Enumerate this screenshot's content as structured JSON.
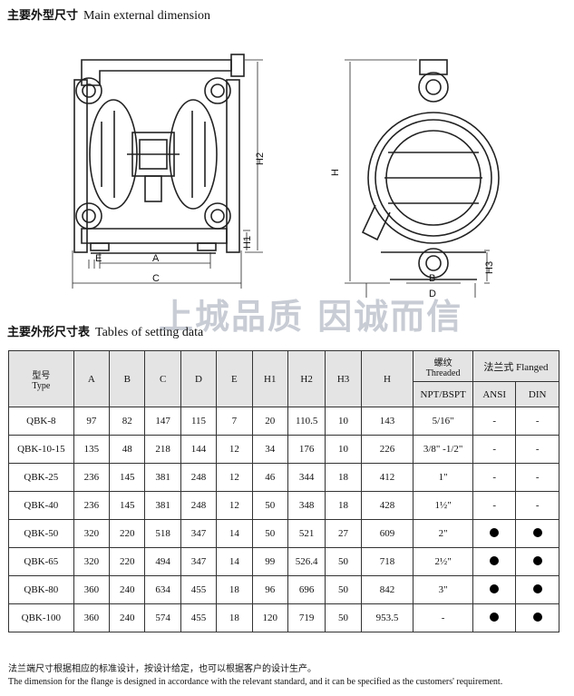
{
  "section1": {
    "title_cn": "主要外型尺寸",
    "title_en": "Main external dimension"
  },
  "front_view_labels": {
    "e": "E",
    "a": "A",
    "c": "C",
    "h1": "H1",
    "h2": "H2"
  },
  "side_view_labels": {
    "h": "H",
    "h3": "H3",
    "b": "B",
    "d": "D"
  },
  "watermark": "上城品质 因诚而信",
  "section2": {
    "title_cn": "主要外形尺寸表",
    "title_en": "Tables of setting data"
  },
  "table": {
    "header": {
      "model_cn": "型号",
      "model_en": "Type",
      "a": "A",
      "b": "B",
      "c": "C",
      "d": "D",
      "e": "E",
      "h1": "H1",
      "h2": "H2",
      "h3": "H3",
      "h": "H",
      "threaded_cn": "螺纹",
      "threaded_en": "Threaded",
      "npt": "NPT/BSPT",
      "flanged": "法兰式 Flanged",
      "ansi": "ANSI",
      "din": "DIN"
    },
    "rows": [
      {
        "model": "QBK-8",
        "a": "97",
        "b": "82",
        "c": "147",
        "d": "115",
        "e": "7",
        "h1": "20",
        "h2": "110.5",
        "h3": "10",
        "h": "143",
        "npt": "5/16\"",
        "ansi": "-",
        "din": "-"
      },
      {
        "model": "QBK-10-15",
        "a": "135",
        "b": "48",
        "c": "218",
        "d": "144",
        "e": "12",
        "h1": "34",
        "h2": "176",
        "h3": "10",
        "h": "226",
        "npt": "3/8\" -1/2\"",
        "ansi": "-",
        "din": "-"
      },
      {
        "model": "QBK-25",
        "a": "236",
        "b": "145",
        "c": "381",
        "d": "248",
        "e": "12",
        "h1": "46",
        "h2": "344",
        "h3": "18",
        "h": "412",
        "npt": "1\"",
        "ansi": "-",
        "din": "-"
      },
      {
        "model": "QBK-40",
        "a": "236",
        "b": "145",
        "c": "381",
        "d": "248",
        "e": "12",
        "h1": "50",
        "h2": "348",
        "h3": "18",
        "h": "428",
        "npt": "1½\"",
        "ansi": "-",
        "din": "-"
      },
      {
        "model": "QBK-50",
        "a": "320",
        "b": "220",
        "c": "518",
        "d": "347",
        "e": "14",
        "h1": "50",
        "h2": "521",
        "h3": "27",
        "h": "609",
        "npt": "2\"",
        "ansi": "●",
        "din": "●"
      },
      {
        "model": "QBK-65",
        "a": "320",
        "b": "220",
        "c": "494",
        "d": "347",
        "e": "14",
        "h1": "99",
        "h2": "526.4",
        "h3": "50",
        "h": "718",
        "npt": "2½\"",
        "ansi": "●",
        "din": "●"
      },
      {
        "model": "QBK-80",
        "a": "360",
        "b": "240",
        "c": "634",
        "d": "455",
        "e": "18",
        "h1": "96",
        "h2": "696",
        "h3": "50",
        "h": "842",
        "npt": "3\"",
        "ansi": "●",
        "din": "●"
      },
      {
        "model": "QBK-100",
        "a": "360",
        "b": "240",
        "c": "574",
        "d": "455",
        "e": "18",
        "h1": "120",
        "h2": "719",
        "h3": "50",
        "h": "953.5",
        "npt": "-",
        "ansi": "●",
        "din": "●"
      }
    ]
  },
  "note_cn": "法兰端尺寸根据相应的标准设计，按设计给定，也可以根据客户的设计生产。",
  "note_en": "The dimension for the flange is designed in accordance with the relevant standard, and it can be specified as the customers' requirement."
}
